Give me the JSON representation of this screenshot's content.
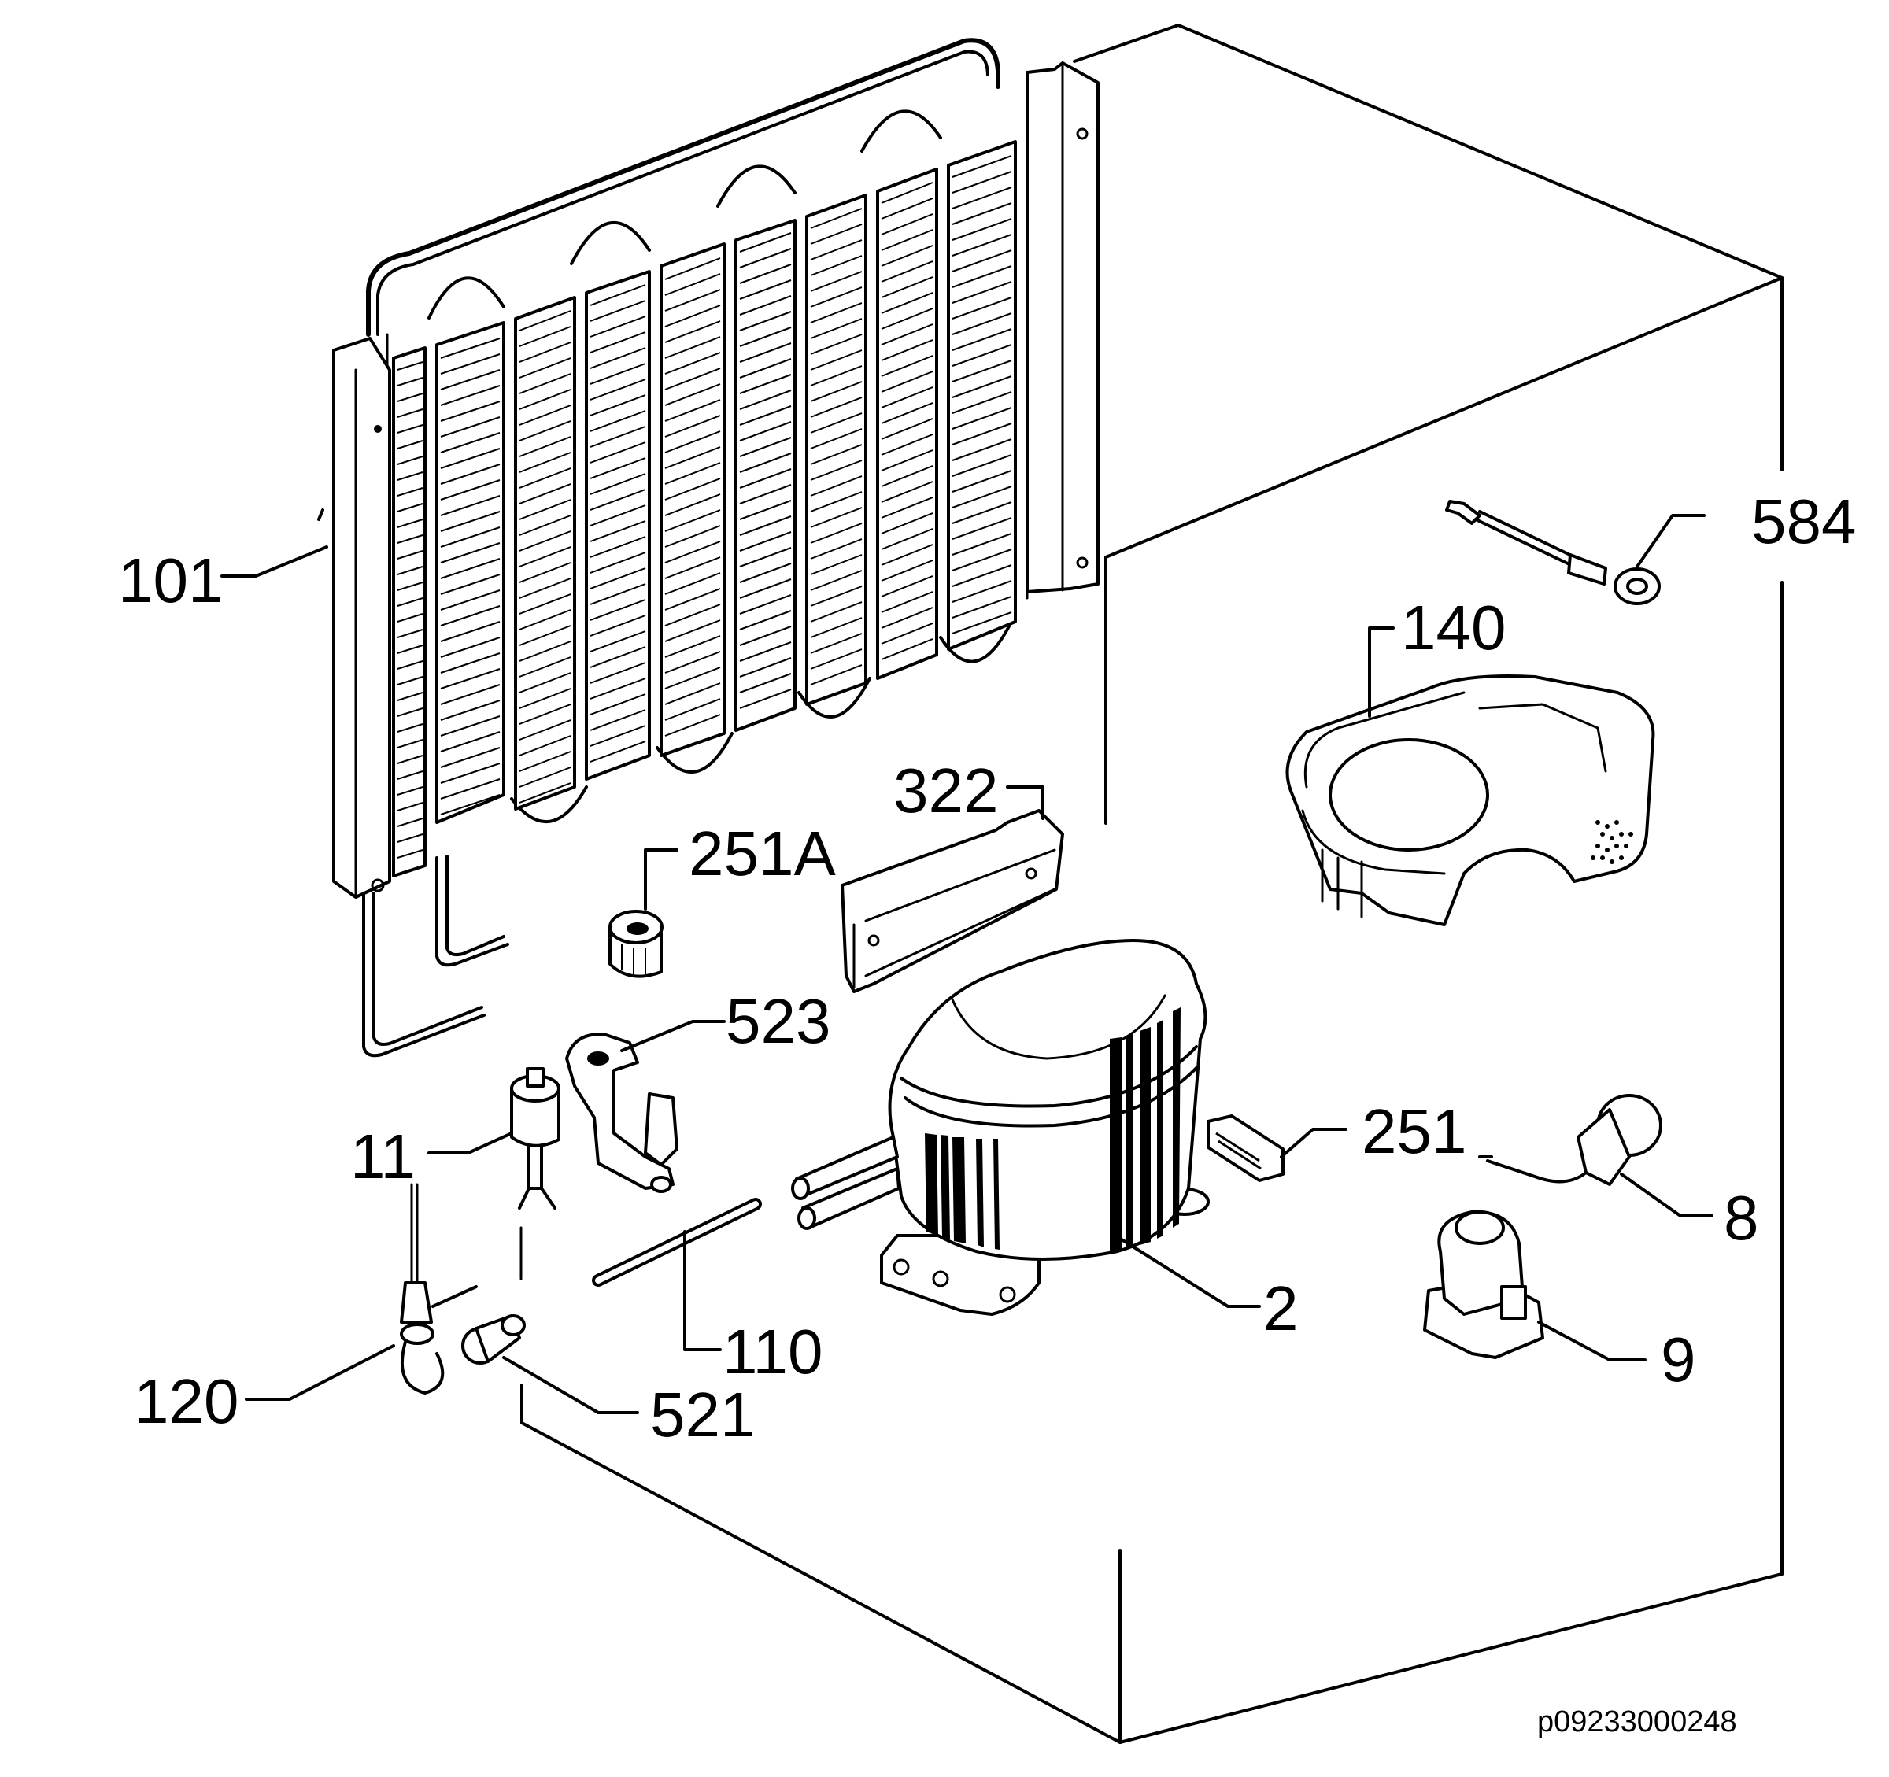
{
  "callouts": [
    {
      "id": "101",
      "text": "101"
    },
    {
      "id": "584",
      "text": "584"
    },
    {
      "id": "140",
      "text": "140"
    },
    {
      "id": "322",
      "text": "322"
    },
    {
      "id": "251A",
      "text": "251A"
    },
    {
      "id": "523",
      "text": "523"
    },
    {
      "id": "11",
      "text": "11"
    },
    {
      "id": "251",
      "text": "251"
    },
    {
      "id": "8",
      "text": "8"
    },
    {
      "id": "2",
      "text": "2"
    },
    {
      "id": "110",
      "text": "110"
    },
    {
      "id": "9",
      "text": "9"
    },
    {
      "id": "120",
      "text": "120"
    },
    {
      "id": "521",
      "text": "521"
    }
  ],
  "drawing_code": "p09233000248",
  "colors": {
    "ink": "#000000",
    "paper": "#ffffff"
  }
}
